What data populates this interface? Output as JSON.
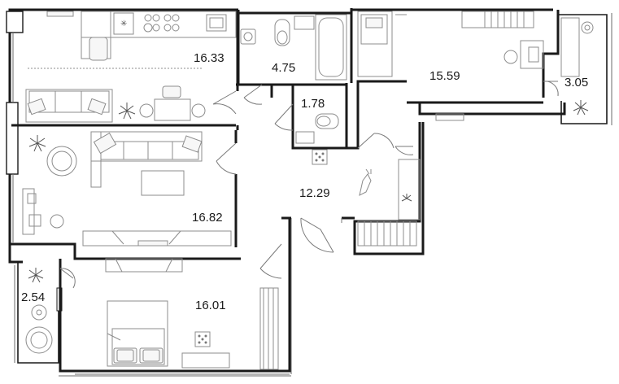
{
  "floor_plan": {
    "rooms": [
      {
        "id": "kitchen",
        "area": "16.33"
      },
      {
        "id": "bathroom",
        "area": "4.75"
      },
      {
        "id": "toilet",
        "area": "1.78"
      },
      {
        "id": "bedroom-right",
        "area": "15.59"
      },
      {
        "id": "balcony-right",
        "area": "3.05"
      },
      {
        "id": "living-room",
        "area": "16.82"
      },
      {
        "id": "hallway",
        "area": "12.29"
      },
      {
        "id": "balcony-left",
        "area": "2.54"
      },
      {
        "id": "bedroom-bottom",
        "area": "16.01"
      }
    ],
    "colors": {
      "wall": "#1a1a1a",
      "furniture": "#8c8c8c",
      "background": "#ffffff"
    }
  }
}
